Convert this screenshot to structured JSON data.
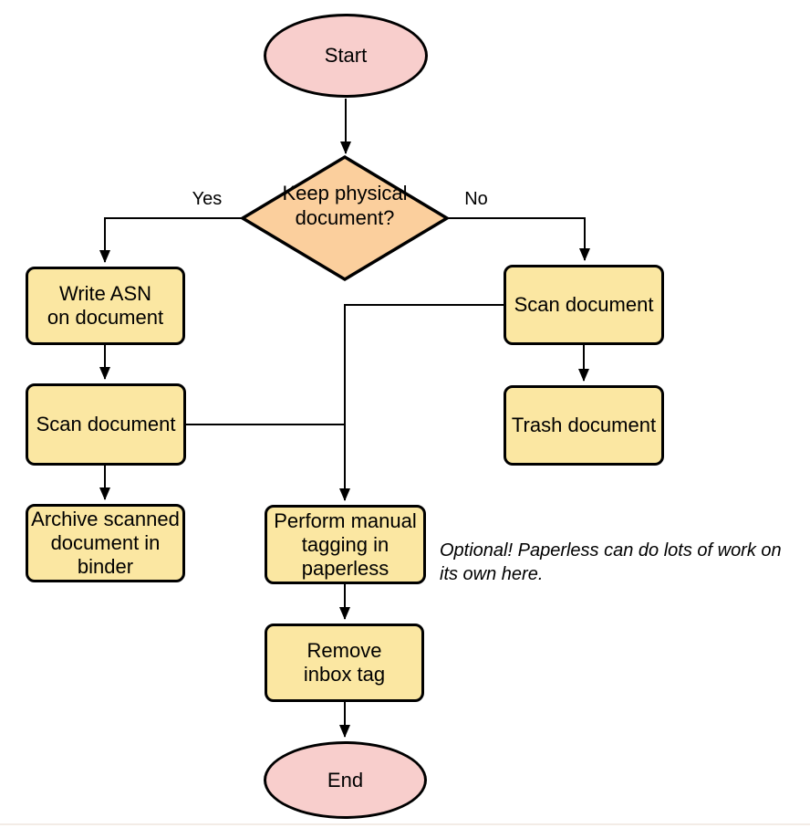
{
  "diagram_type": "flowchart",
  "colors": {
    "terminal_fill": "#f8cecc",
    "decision_fill": "#fbcf9d",
    "process_fill": "#fbe7a2",
    "stroke": "#000000",
    "text": "#000000"
  },
  "nodes": {
    "start": {
      "type": "terminal",
      "label": "Start"
    },
    "decision": {
      "type": "decision",
      "label": "Keep physical\ndocument?"
    },
    "write_asn": {
      "type": "process",
      "label": "Write ASN\non document"
    },
    "scan_left": {
      "type": "process",
      "label": "Scan document"
    },
    "archive": {
      "type": "process",
      "label": "Archive scanned\ndocument in\nbinder"
    },
    "scan_right": {
      "type": "process",
      "label": "Scan document"
    },
    "trash": {
      "type": "process",
      "label": "Trash document"
    },
    "tagging": {
      "type": "process",
      "label": "Perform manual\ntagging in\npaperless"
    },
    "remove_inbox": {
      "type": "process",
      "label": "Remove\ninbox tag"
    },
    "end": {
      "type": "terminal",
      "label": "End"
    }
  },
  "edge_labels": {
    "yes": "Yes",
    "no": "No"
  },
  "edges": [
    {
      "from": "start",
      "to": "decision"
    },
    {
      "from": "decision",
      "to": "write_asn",
      "label": "Yes"
    },
    {
      "from": "decision",
      "to": "scan_right",
      "label": "No"
    },
    {
      "from": "write_asn",
      "to": "scan_left"
    },
    {
      "from": "scan_left",
      "to": "archive"
    },
    {
      "from": "scan_left",
      "to": "tagging"
    },
    {
      "from": "scan_right",
      "to": "trash"
    },
    {
      "from": "scan_right",
      "to": "tagging"
    },
    {
      "from": "tagging",
      "to": "remove_inbox"
    },
    {
      "from": "remove_inbox",
      "to": "end"
    }
  ],
  "annotation": {
    "text": "Optional! Paperless can do lots of work on\nits own here."
  }
}
